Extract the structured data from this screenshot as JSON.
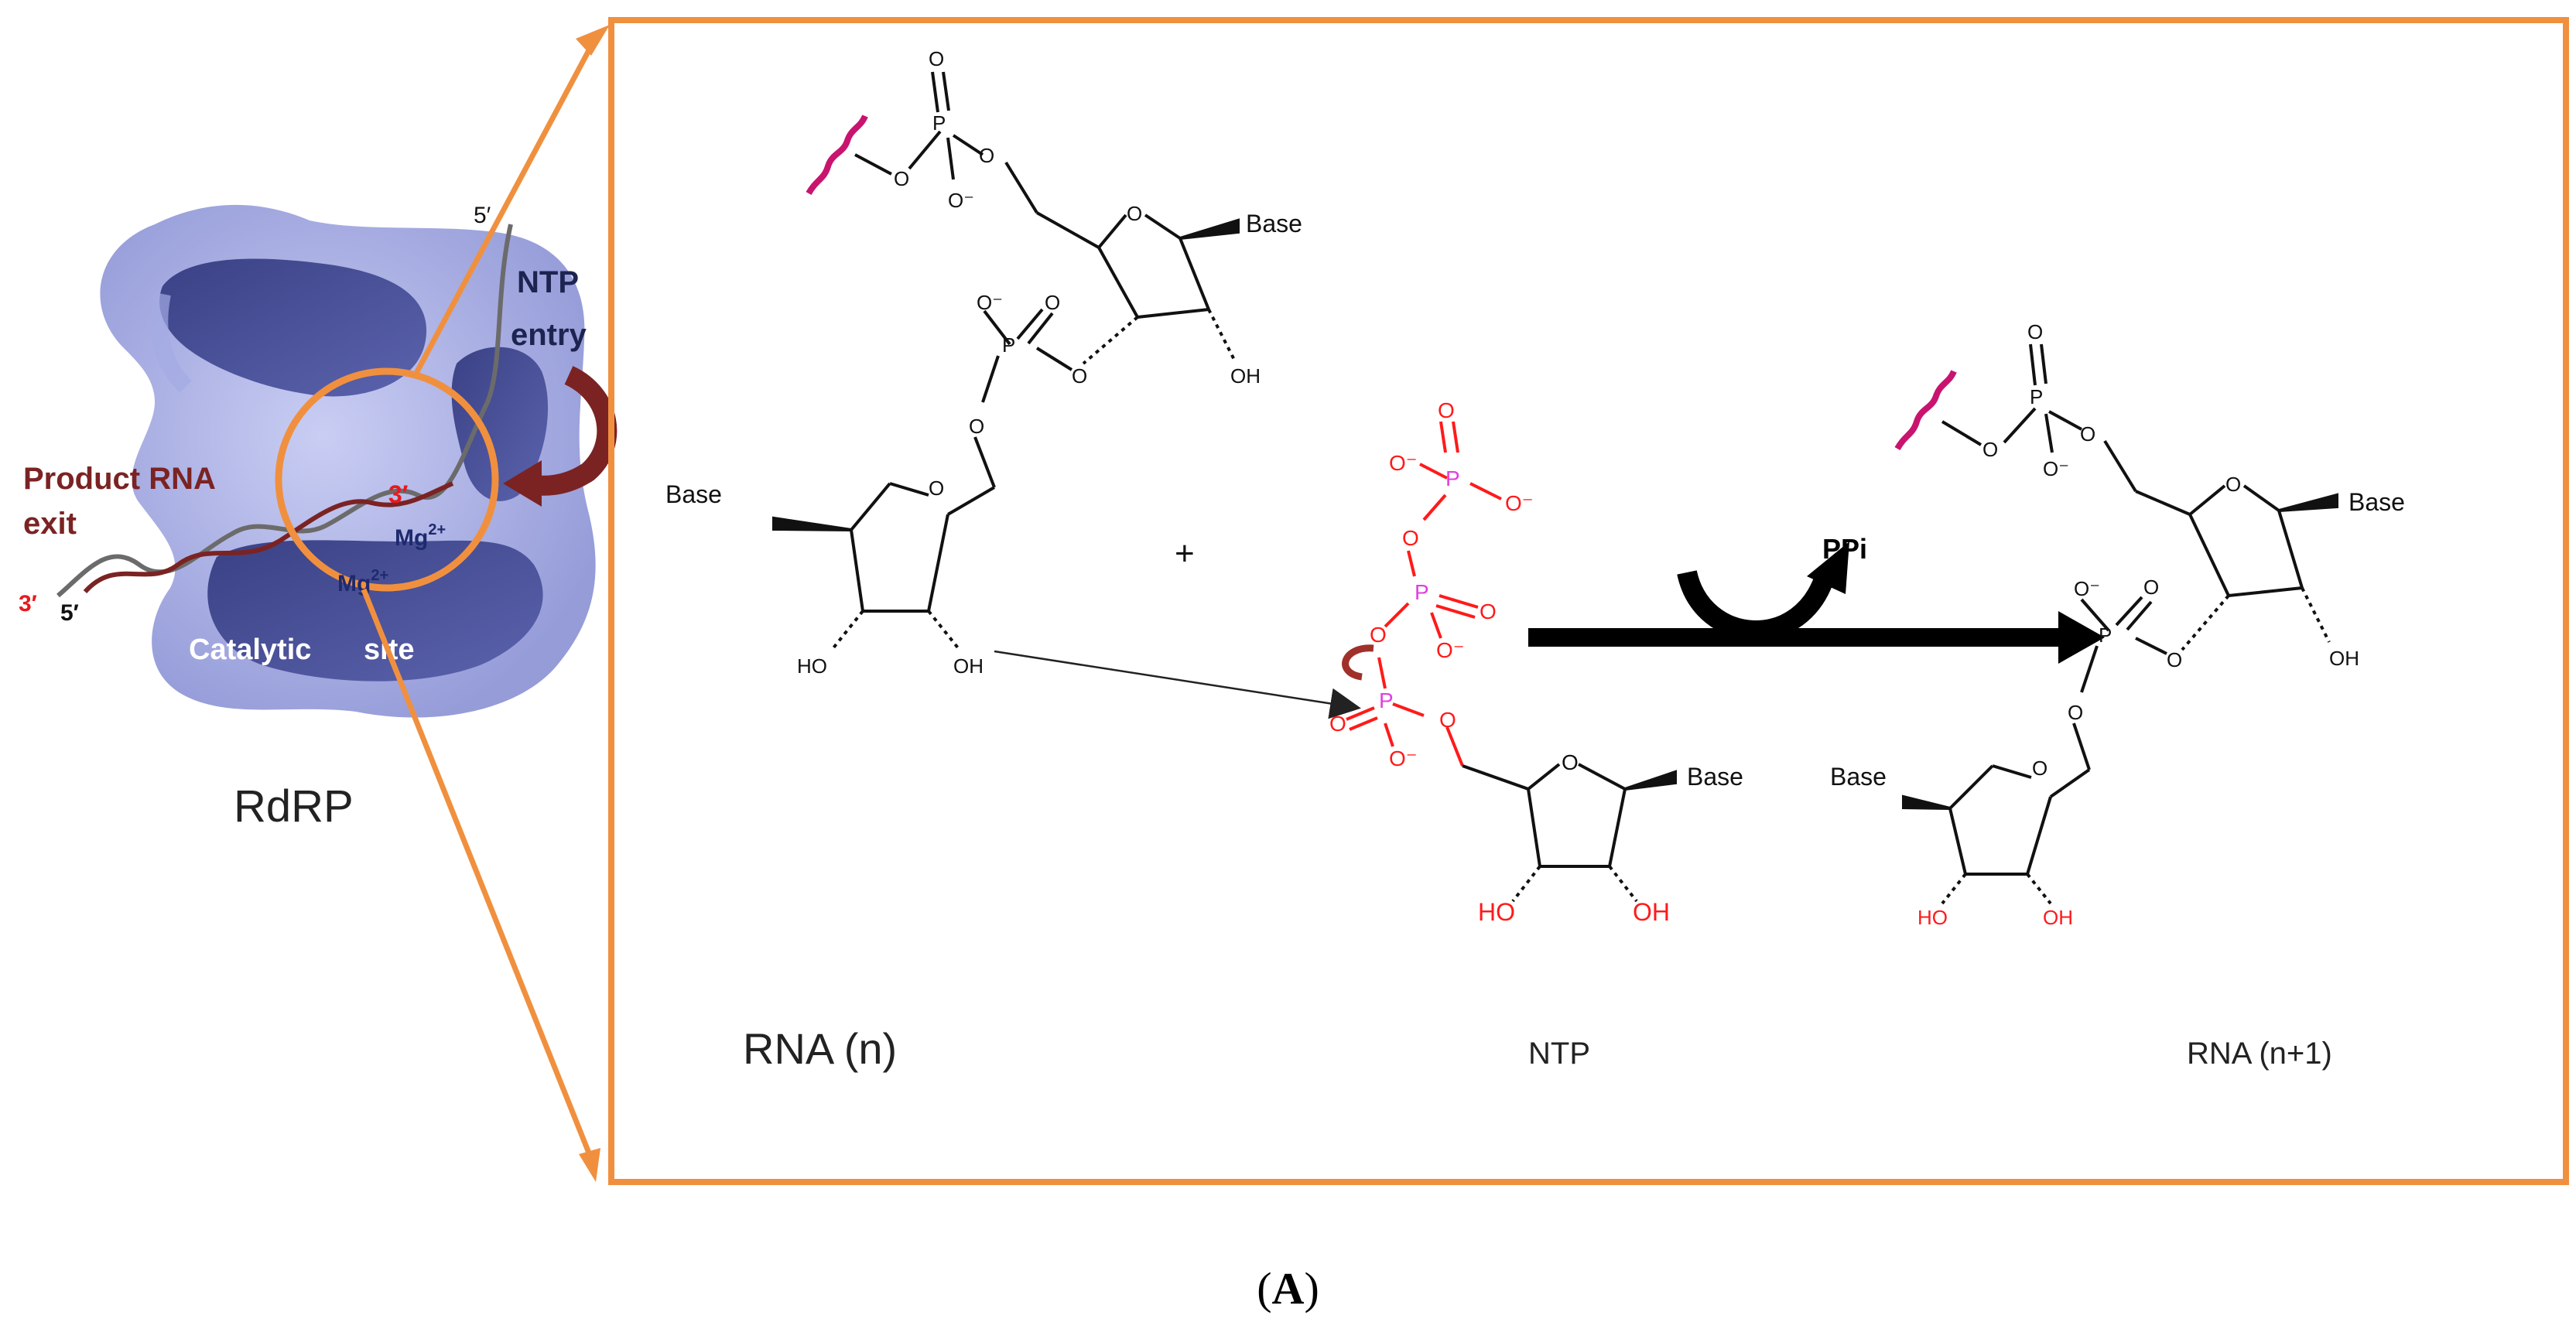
{
  "rdrp": {
    "label": "RdRP",
    "ntp_entry_line1": "NTP",
    "ntp_entry_line2": "entry",
    "product_line1": "Product RNA",
    "product_line2": "exit",
    "catalytic_left": "Catalytic",
    "catalytic_right": "site",
    "mg1_base": "Mg",
    "mg1_sup": "2+",
    "mg2_base": "Mg",
    "mg2_sup": "2+",
    "five_prime_top": "5′",
    "three_prime_inner": "3′",
    "three_prime_outer": "3′",
    "five_prime_outer": "5′"
  },
  "reaction": {
    "plus": "+",
    "ppi": "PPi",
    "rna_n_label": "RNA (n)",
    "ntp_label": "NTP",
    "rna_n1_label": "RNA (n+1)"
  },
  "atoms": {
    "O": "O",
    "O_minus": "O⁻",
    "P": "P",
    "OH": "OH",
    "HO": "HO",
    "Base": "Base"
  },
  "caption": {
    "open": "(",
    "letter": "A",
    "close": ")"
  },
  "colors": {
    "frame_orange": "#f0903f",
    "protein_blue": "#8c93d6",
    "protein_dark": "#4e5599",
    "ntp_red": "#ff1a1a",
    "phosphorus_magenta": "#e040e0",
    "squiggle_magenta": "#c8146e",
    "product_brown": "#7b2323"
  }
}
